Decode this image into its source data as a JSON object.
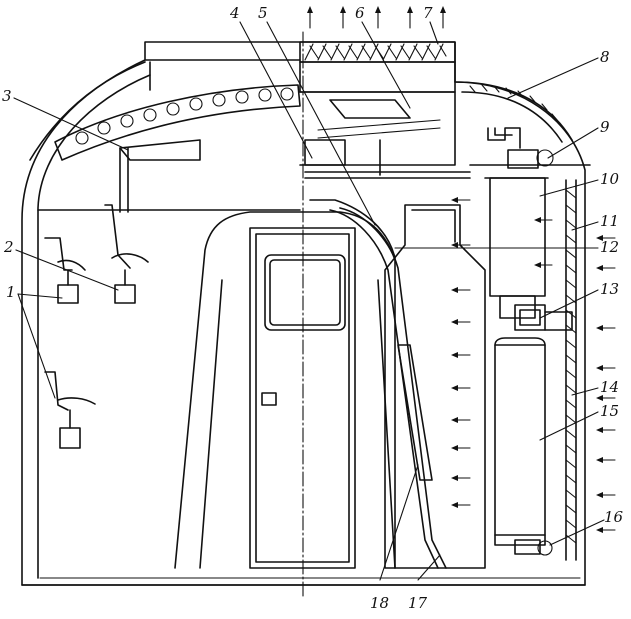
{
  "figure": {
    "callouts": [
      {
        "id": "1",
        "text": "1"
      },
      {
        "id": "2",
        "text": "2"
      },
      {
        "id": "3",
        "text": "3"
      },
      {
        "id": "4",
        "text": "4"
      },
      {
        "id": "5",
        "text": "5"
      },
      {
        "id": "6",
        "text": "6"
      },
      {
        "id": "7",
        "text": "7"
      },
      {
        "id": "8",
        "text": "8"
      },
      {
        "id": "9",
        "text": "9"
      },
      {
        "id": "10",
        "text": "10"
      },
      {
        "id": "11",
        "text": "11"
      },
      {
        "id": "12",
        "text": "12"
      },
      {
        "id": "13",
        "text": "13"
      },
      {
        "id": "14",
        "text": "14"
      },
      {
        "id": "15",
        "text": "15"
      },
      {
        "id": "16",
        "text": "16"
      },
      {
        "id": "17",
        "text": "17"
      },
      {
        "id": "18",
        "text": "18"
      }
    ]
  },
  "colors": {
    "ink": "#111111",
    "paper": "#ffffff"
  }
}
